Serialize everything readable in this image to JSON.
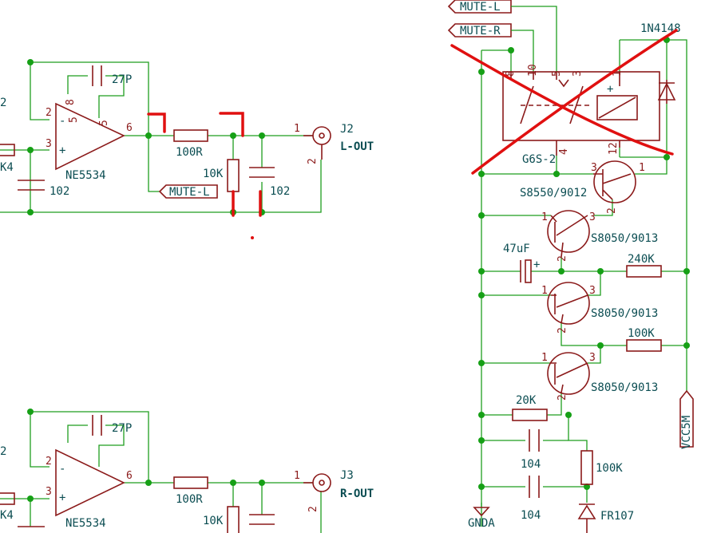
{
  "left": {
    "cap27p": "27P",
    "opamp": "NE5534",
    "cap102a": "102",
    "r100": "100R",
    "r10k": "10K",
    "cap102b": "102",
    "mute": "MUTE-L",
    "jref": "J2",
    "jname": "L-OUT",
    "cut1": "2",
    "cut2": "K4"
  },
  "right": {
    "cap27p": "27P",
    "opamp": "NE5534",
    "r100": "100R",
    "r10k": "10K",
    "jref": "J3",
    "jname": "R-OUT",
    "cut1": "2",
    "cut2": "K4"
  },
  "mute": {
    "muteL": "MUTE-L",
    "muteR": "MUTE-R",
    "diode": "1N4148",
    "relay": "G6S-2",
    "q1": "S8550/9012",
    "q2": "S8050/9013",
    "c47": "47uF",
    "r240": "240K",
    "q3": "S8050/9013",
    "r100a": "100K",
    "q4": "S8050/9013",
    "r20": "20K",
    "c104a": "104",
    "r100b": "100K",
    "c104b": "104",
    "fr107": "FR107",
    "gnd": "GNDA",
    "vcc": "VCC5M"
  }
}
